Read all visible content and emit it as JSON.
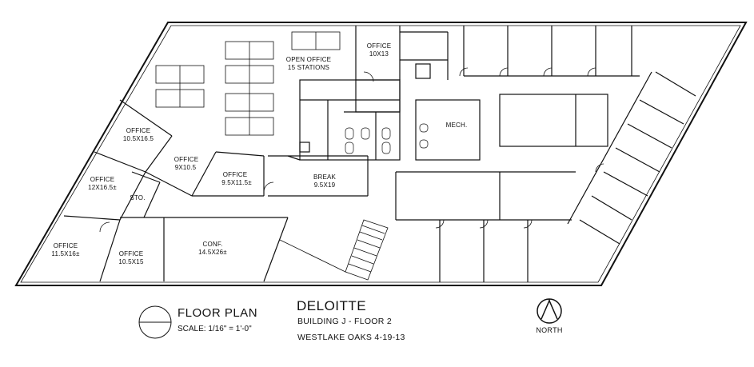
{
  "rooms": {
    "office_top": {
      "name": "OFFICE",
      "size": "10X13"
    },
    "open_office": {
      "name": "OPEN OFFICE",
      "size": "15 STATIONS"
    },
    "office_left1": {
      "name": "OFFICE",
      "size": "10.5X16.5"
    },
    "office_left2": {
      "name": "OFFICE",
      "size": "9X10.5"
    },
    "office_left3": {
      "name": "OFFICE",
      "size": "9.5X11.5±"
    },
    "office_left4": {
      "name": "OFFICE",
      "size": "12X16.5±"
    },
    "storage": {
      "name": "STO."
    },
    "break": {
      "name": "BREAK",
      "size": "9.5X19"
    },
    "mech": {
      "name": "MECH."
    },
    "office_bottom1": {
      "name": "OFFICE",
      "size": "11.5X16±"
    },
    "office_bottom2": {
      "name": "OFFICE",
      "size": "10.5X15"
    },
    "conf": {
      "name": "CONF.",
      "size": "14.5X26±"
    }
  },
  "title_block": {
    "plan_title": "FLOOR PLAN",
    "scale": "SCALE: 1/16\" = 1'-0\"",
    "client": "DELOITTE",
    "building": "BUILDING J - FLOOR 2",
    "site": "WESTLAKE OAKS  4-19-13",
    "north": "NORTH"
  }
}
